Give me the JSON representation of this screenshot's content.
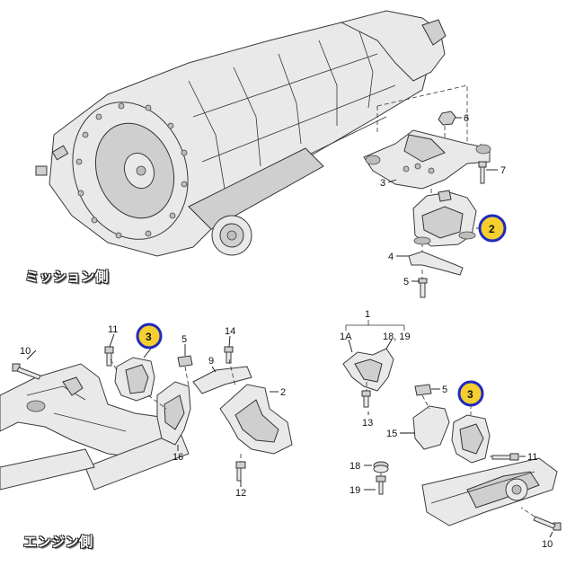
{
  "labels": {
    "transmission_side": "ミッション側",
    "engine_side": "エンジン側"
  },
  "callouts": {
    "top": {
      "c6": "6",
      "c7": "7",
      "c3": "3",
      "c2": "2",
      "c4": "4",
      "c5": "5"
    },
    "left": {
      "c11": "11",
      "c3": "3",
      "c5": "5",
      "c14": "14",
      "c9": "9",
      "c10": "10",
      "c2": "2",
      "c16": "16",
      "c12": "12"
    },
    "right": {
      "c1": "1",
      "c1a": "1A",
      "c1819": "18, 19",
      "c5": "5",
      "c3": "3",
      "c13": "13",
      "c15": "15",
      "c11": "11",
      "c18": "18",
      "c19": "19",
      "c10": "10"
    }
  },
  "highlight": {
    "fill": "#f6cf2f",
    "ring": "#1f2bbd"
  }
}
